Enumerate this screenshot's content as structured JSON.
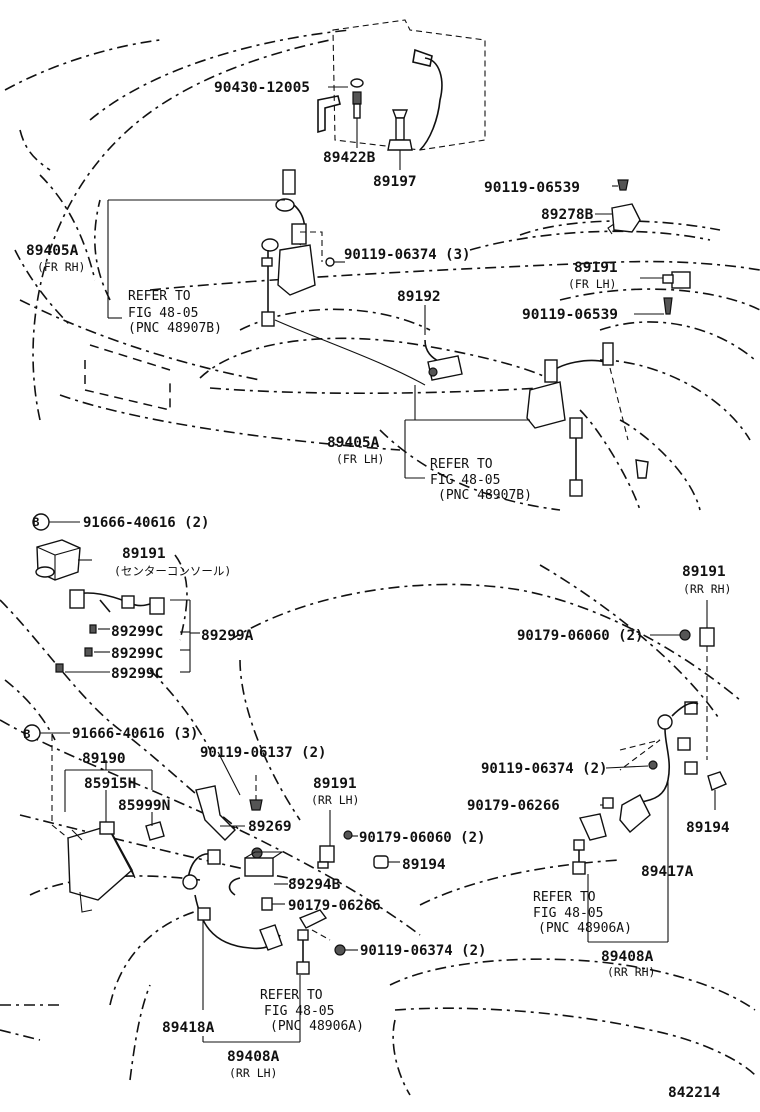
{
  "figure_number": "842214",
  "labels": [
    {
      "id": "l_90430_12005",
      "text": "90430-12005"
    },
    {
      "id": "l_89422B",
      "text": "89422B"
    },
    {
      "id": "l_89197",
      "text": "89197"
    },
    {
      "id": "l_90119_06539_a",
      "text": "90119-06539"
    },
    {
      "id": "l_89278B",
      "text": "89278B"
    },
    {
      "id": "l_89405A_rh",
      "text": "89405A"
    },
    {
      "id": "l_fr_rh",
      "text": "(FR RH)"
    },
    {
      "id": "l_90119_06374_3",
      "text": "90119-06374 (3)"
    },
    {
      "id": "l_89191_fr_lh",
      "text": "89191"
    },
    {
      "id": "l_fr_lh_a",
      "text": "(FR LH)"
    },
    {
      "id": "l_refer_a1",
      "text": "REFER TO"
    },
    {
      "id": "l_refer_a2",
      "text": "FIG 48-05"
    },
    {
      "id": "l_refer_a3",
      "text": "(PNC 48907B)"
    },
    {
      "id": "l_89192",
      "text": "89192"
    },
    {
      "id": "l_90119_06539_b",
      "text": "90119-06539"
    },
    {
      "id": "l_89405A_lh",
      "text": "89405A"
    },
    {
      "id": "l_fr_lh_b",
      "text": "(FR LH)"
    },
    {
      "id": "l_refer_b1",
      "text": "REFER TO"
    },
    {
      "id": "l_refer_b2",
      "text": "FIG 48-05"
    },
    {
      "id": "l_refer_b3",
      "text": "(PNC 48907B)"
    },
    {
      "id": "l_91666_2",
      "text": "91666-40616 (2)"
    },
    {
      "id": "l_89191_center",
      "text": "89191"
    },
    {
      "id": "l_center_console",
      "text": "(センターコンソール)"
    },
    {
      "id": "l_89299C_1",
      "text": "89299C"
    },
    {
      "id": "l_89299A",
      "text": "89299A"
    },
    {
      "id": "l_89299C_2",
      "text": "89299C"
    },
    {
      "id": "l_89299C_3",
      "text": "89299C"
    },
    {
      "id": "l_89191_rr_rh",
      "text": "89191"
    },
    {
      "id": "l_rr_rh_a",
      "text": "(RR RH)"
    },
    {
      "id": "l_90179_06060_a",
      "text": "90179-06060 (2)"
    },
    {
      "id": "l_91666_3",
      "text": "91666-40616 (3)"
    },
    {
      "id": "l_89190",
      "text": "89190"
    },
    {
      "id": "l_85915H",
      "text": "85915H"
    },
    {
      "id": "l_85999N",
      "text": "85999N"
    },
    {
      "id": "l_90119_06137",
      "text": "90119-06137 (2)"
    },
    {
      "id": "l_89191_rr_lh",
      "text": "89191"
    },
    {
      "id": "l_rr_lh_a",
      "text": "(RR LH)"
    },
    {
      "id": "l_89269",
      "text": "89269"
    },
    {
      "id": "l_90119_06374_2a",
      "text": "90119-06374 (2)"
    },
    {
      "id": "l_90179_06266_a",
      "text": "90179-06266"
    },
    {
      "id": "l_89194_a",
      "text": "89194"
    },
    {
      "id": "l_90179_06060_b",
      "text": "90179-06060 (2)"
    },
    {
      "id": "l_89194_b",
      "text": "89194"
    },
    {
      "id": "l_89294B",
      "text": "89294B"
    },
    {
      "id": "l_90179_06266_b",
      "text": "90179-06266"
    },
    {
      "id": "l_refer_c1",
      "text": "REFER TO"
    },
    {
      "id": "l_refer_c2",
      "text": "FIG 48-05"
    },
    {
      "id": "l_refer_c3",
      "text": "(PNC 48906A)"
    },
    {
      "id": "l_89417A",
      "text": "89417A"
    },
    {
      "id": "l_90119_06374_2b",
      "text": "90119-06374 (2)"
    },
    {
      "id": "l_89408A_rh",
      "text": "89408A"
    },
    {
      "id": "l_rr_rh_b",
      "text": "(RR RH)"
    },
    {
      "id": "l_refer_d1",
      "text": "REFER TO"
    },
    {
      "id": "l_refer_d2",
      "text": "FIG 48-05"
    },
    {
      "id": "l_refer_d3",
      "text": "(PNC 48906A)"
    },
    {
      "id": "l_89418A",
      "text": "89418A"
    },
    {
      "id": "l_89408A_lh",
      "text": "89408A"
    },
    {
      "id": "l_rr_lh_b",
      "text": "(RR LH)"
    }
  ],
  "markers": [
    {
      "id": "m_b1",
      "text": "B"
    },
    {
      "id": "m_b2",
      "text": "B"
    }
  ]
}
